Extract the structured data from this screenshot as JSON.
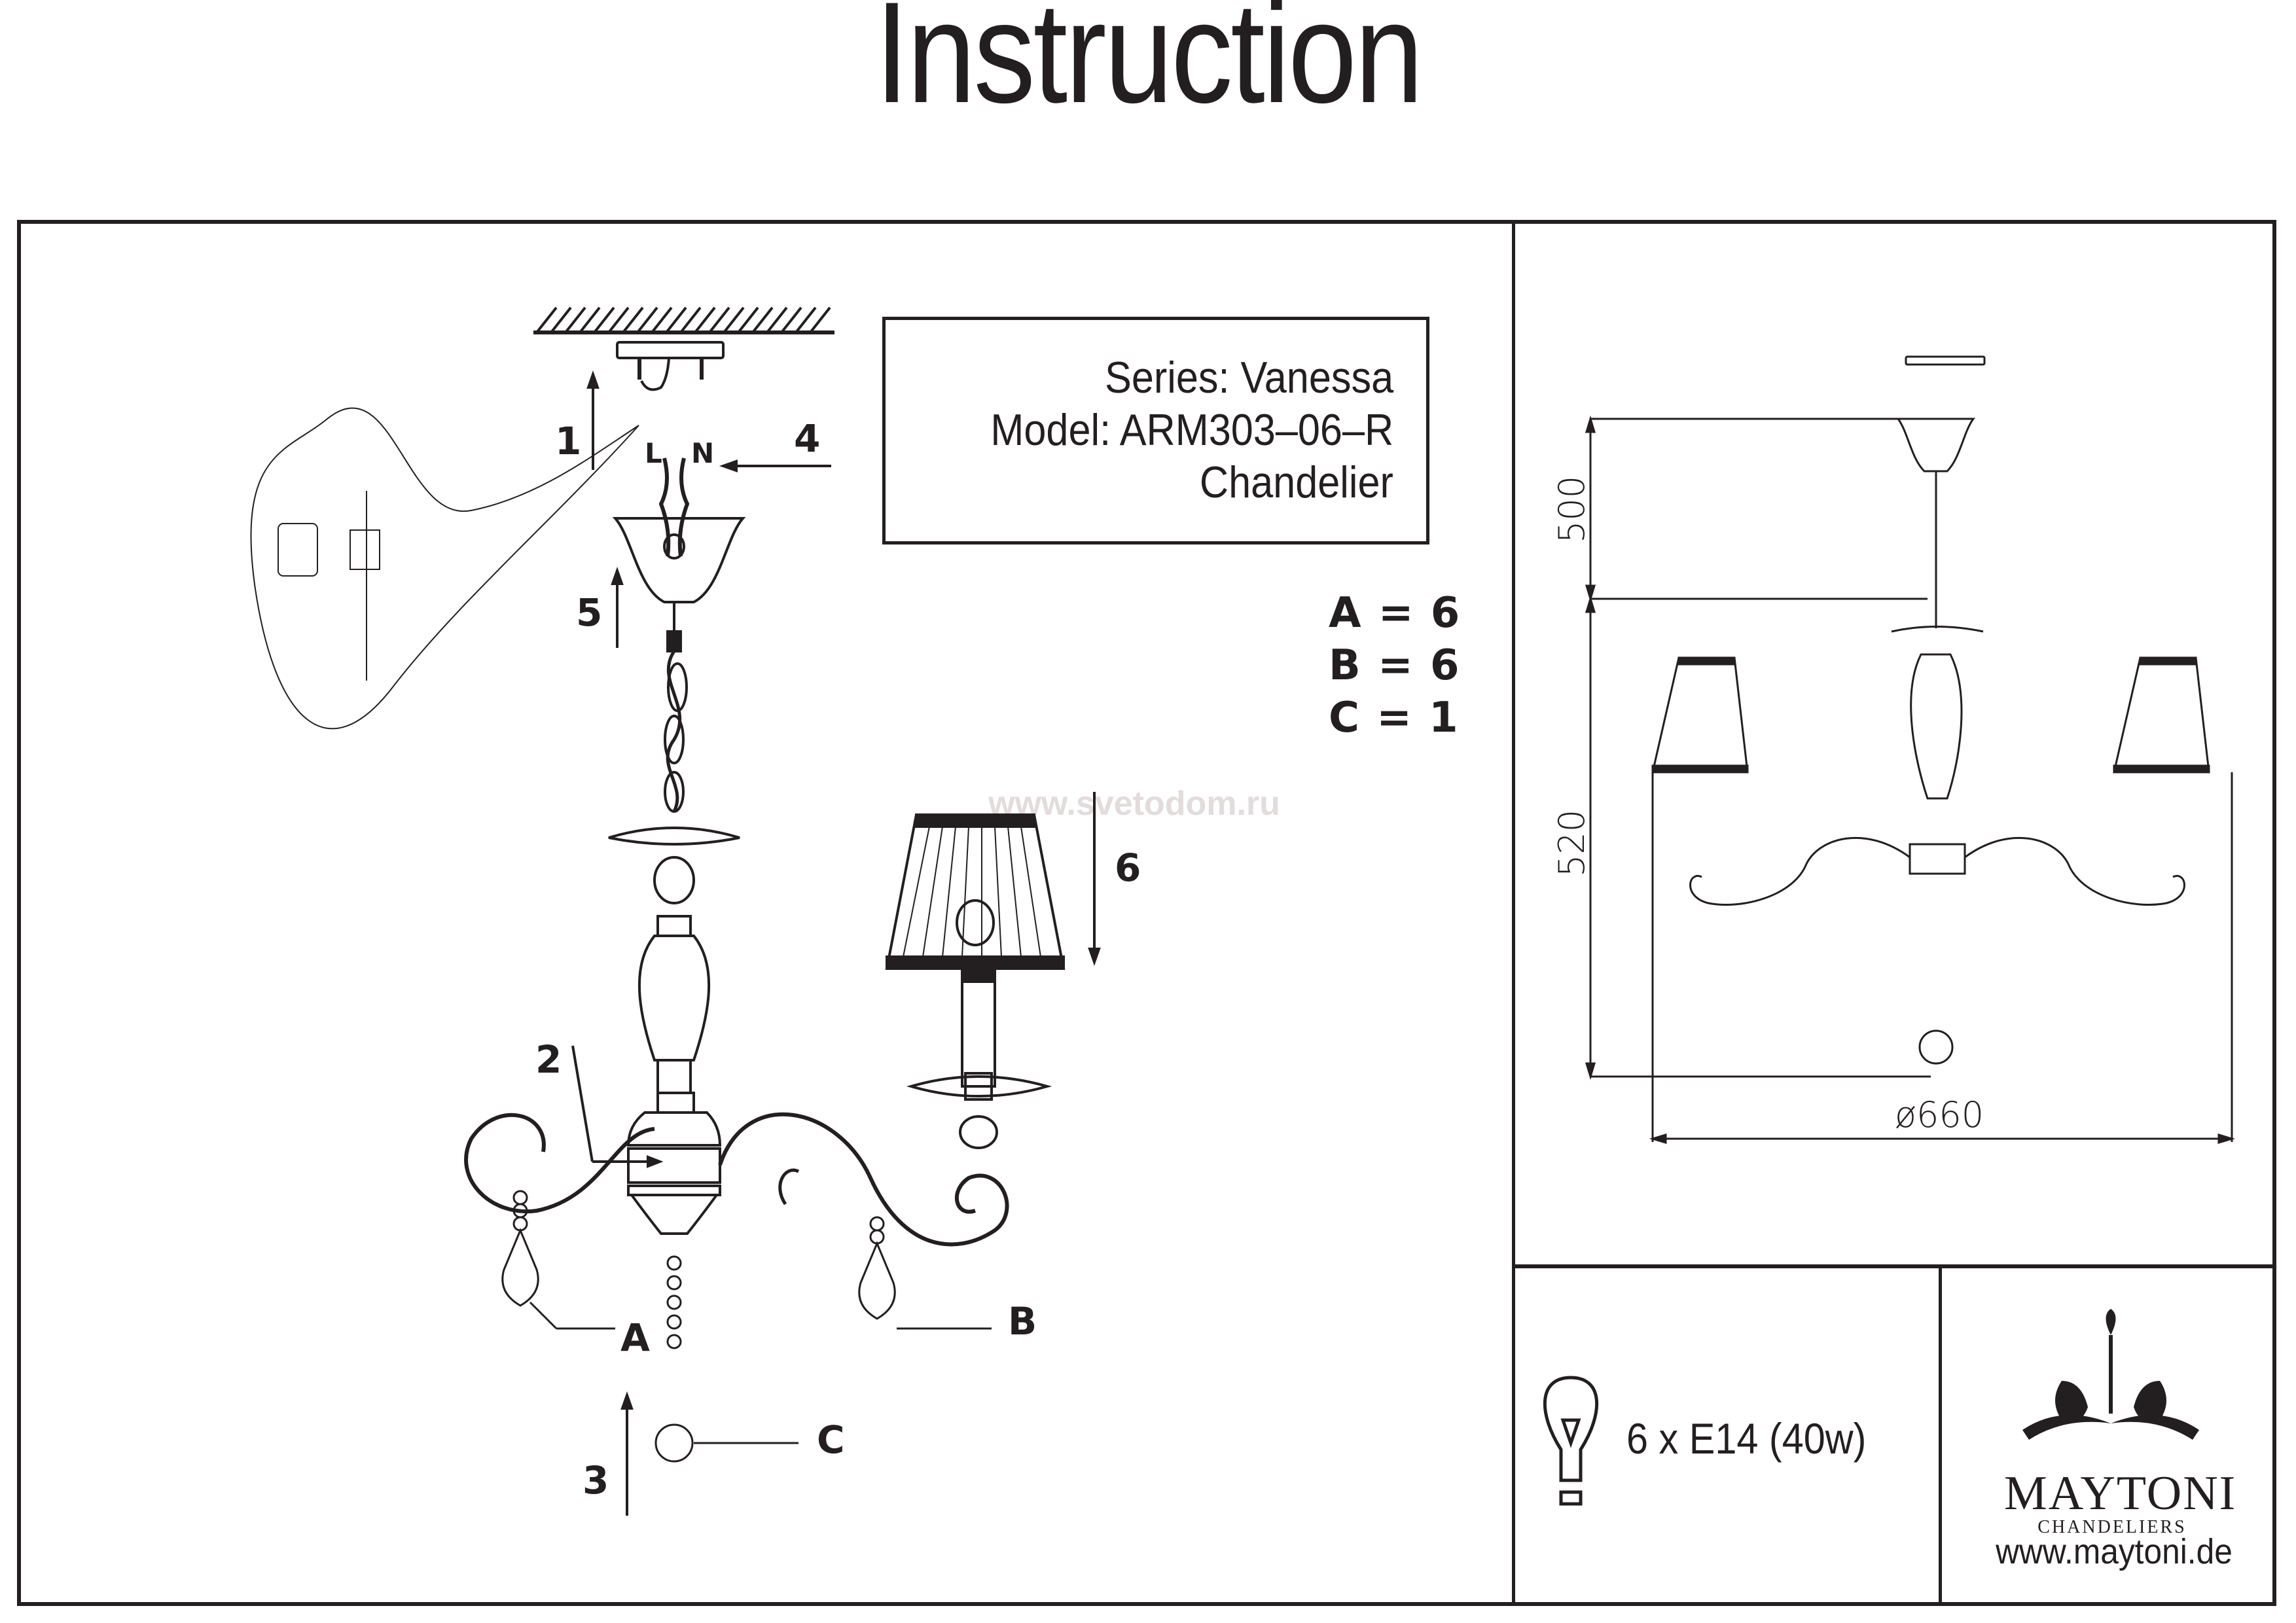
{
  "document": {
    "title": "Instruction",
    "watermark": "www.svetodom.ru"
  },
  "product": {
    "series_line": "Series: Vanessa",
    "model_line": "Model: ARM303–06–R",
    "type_line": "Chandelier"
  },
  "parts_quantity": [
    {
      "label": "A = 6"
    },
    {
      "label": "B = 6"
    },
    {
      "label": "C = 1"
    }
  ],
  "assembly_steps": [
    "1",
    "2",
    "3",
    "4",
    "5",
    "6"
  ],
  "wiring_labels": {
    "live": "L",
    "neutral": "N"
  },
  "part_labels": {
    "a": "A",
    "b": "B",
    "c": "C"
  },
  "dimensions": {
    "ceiling_to_body": "500",
    "body_height": "520",
    "diameter": "ø660"
  },
  "bulb_spec": "6 x E14 (40w)",
  "brand": {
    "name": "MAYTONI",
    "subtitle": "CHANDELIERS",
    "website": "www.maytoni.de"
  },
  "icons": [
    "ceiling-hatch-icon",
    "mounting-bracket-icon",
    "lightbulb-icon",
    "maytoni-logo-ornament-icon"
  ]
}
